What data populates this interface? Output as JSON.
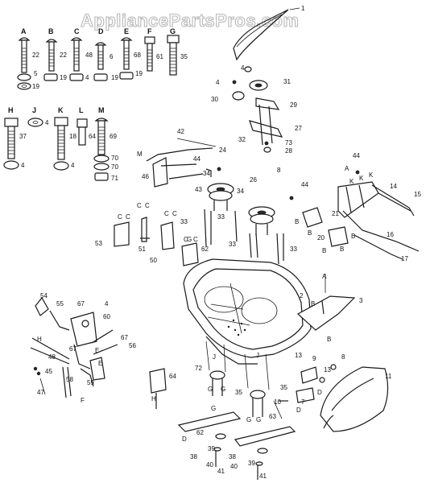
{
  "watermark": "AppliancePartsPros.com",
  "colors": {
    "ink": "#1a1a1a",
    "background": "#ffffff",
    "watermark": "#b9b9b9"
  },
  "hardware_headers": [
    "A",
    "B",
    "C",
    "D",
    "E",
    "F",
    "G",
    "H",
    "J",
    "K",
    "L",
    "M"
  ],
  "hardware_numbers": [
    "22",
    "22",
    "48",
    "6",
    "68",
    "61",
    "35",
    "5",
    "19",
    "19",
    "4",
    "19",
    "19",
    "37",
    "4",
    "18",
    "64",
    "69",
    "4",
    "4",
    "70",
    "70",
    "71"
  ],
  "callouts": [
    "1",
    "4",
    "31",
    "4",
    "30",
    "29",
    "27",
    "42",
    "73",
    "28",
    "32",
    "24",
    "26",
    "8",
    "34",
    "44",
    "M",
    "43",
    "46",
    "34",
    "44",
    "C",
    "C",
    "53",
    "C",
    "C",
    "51",
    "C",
    "C",
    "50",
    "33",
    "33",
    "G",
    "33",
    "33",
    "62",
    "C",
    "C",
    "44",
    "K",
    "K",
    "A",
    "14",
    "15",
    "K",
    "21",
    "16",
    "20",
    "B",
    "B",
    "B",
    "B",
    "B",
    "17",
    "A",
    "2",
    "3",
    "B",
    "B",
    "54",
    "55",
    "67",
    "4",
    "60",
    "67",
    "56",
    "H",
    "48",
    "45",
    "47",
    "67",
    "58",
    "59",
    "E",
    "E",
    "F",
    "64",
    "H",
    "72",
    "G",
    "G",
    "J",
    "J",
    "35",
    "35",
    "10",
    "13",
    "9",
    "13",
    "8",
    "11",
    "7",
    "D",
    "D",
    "62",
    "G",
    "G",
    "G",
    "39",
    "38",
    "40",
    "41",
    "D",
    "39",
    "38",
    "40",
    "41",
    "63"
  ]
}
